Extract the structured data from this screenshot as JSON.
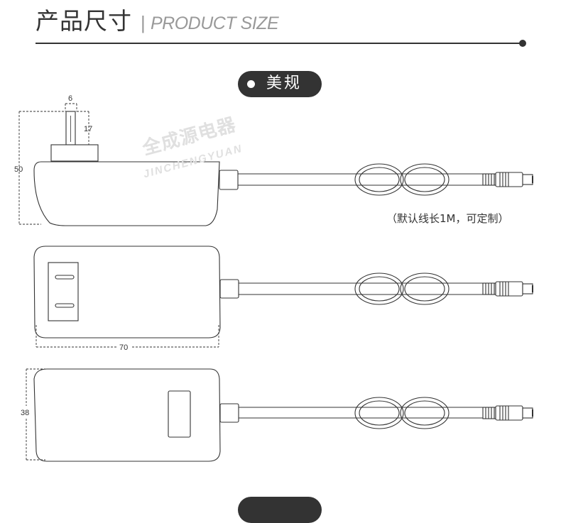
{
  "header": {
    "title_zh": "产品尺寸",
    "separator": "|",
    "title_en": "PRODUCT SIZE"
  },
  "section": {
    "label": "美规"
  },
  "watermark": {
    "text_zh": "全成源电器",
    "text_en": "JINCHENGYUAN"
  },
  "note": "（默认线长1M，可定制）",
  "dimensions": {
    "prong_width": "6",
    "prong_height": "17",
    "body_height": "50",
    "body_length": "70",
    "body_width": "38"
  },
  "colors": {
    "accent": "#333333",
    "line": "#333333",
    "watermark": "#e0e0e0"
  }
}
